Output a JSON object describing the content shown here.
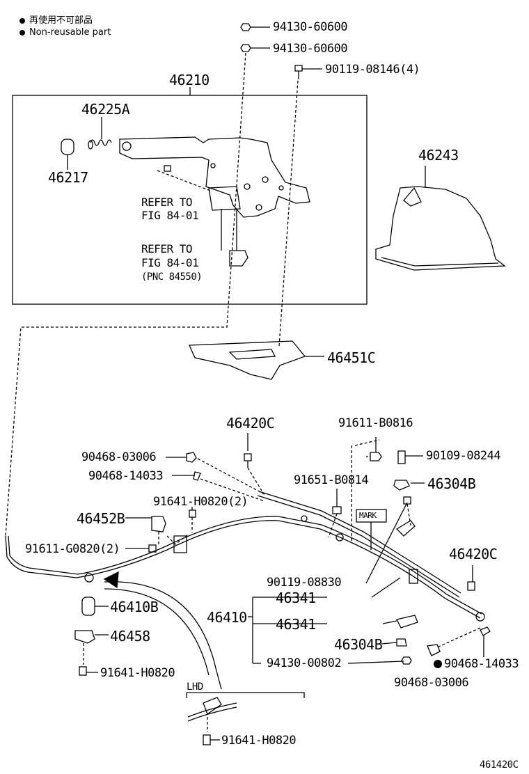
{
  "legend": {
    "line1": "再使用不可部品",
    "line2": "Non-reusable part"
  },
  "parts": {
    "p_94130_60600_a": "94130-60600",
    "p_94130_60600_b": "94130-60600",
    "p_90119_08146": "90119-08146(4)",
    "p_46210": "46210",
    "p_46225A": "46225A",
    "p_46217": "46217",
    "p_46243": "46243",
    "p_46451C": "46451C",
    "p_46420C_top": "46420C",
    "p_91611_B0816": "91611-B0816",
    "p_90468_03006_top": "90468-03006",
    "p_90109_08244": "90109-08244",
    "p_90468_14033_top": "90468-14033",
    "p_91651_B0814": "91651-B0814",
    "p_46304B_top": "46304B",
    "p_91641_H0820_2": "91641-H0820(2)",
    "p_46452B": "46452B",
    "p_91611_G0820_2": "91611-G0820(2)",
    "p_46420C_right": "46420C",
    "p_90119_08830": "90119-08830",
    "p_46341_a": "46341",
    "p_46410B": "46410B",
    "p_46410": "46410",
    "p_46341_b": "46341",
    "p_46458": "46458",
    "p_46304B_bottom": "46304B",
    "p_94130_00802": "94130-00802",
    "p_90468_14033_bottom": "90468-14033",
    "p_91641_H0820_a": "91641-H0820",
    "p_90468_03006_bottom": "90468-03006",
    "p_91641_H0820_b": "91641-H0820"
  },
  "refs": {
    "refer_to_1": "REFER TO",
    "fig_1": "FIG 84-01",
    "refer_to_2": "REFER TO",
    "fig_2": "FIG 84-01",
    "pnc": "(PNC 84550)"
  },
  "tags": {
    "mark": "MARK",
    "lhd": "LHD"
  },
  "figure_id": "461420C"
}
